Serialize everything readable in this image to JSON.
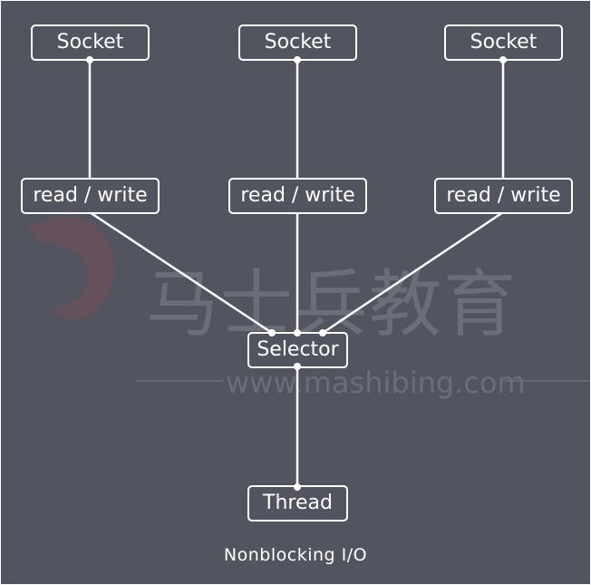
{
  "colors": {
    "background": "#525560",
    "stroke": "#ffffff",
    "text": "#ffffff",
    "watermark": "#6b6e78",
    "watermark_logo": "#8a4a55"
  },
  "sockets": [
    "Socket",
    "Socket",
    "Socket"
  ],
  "io_nodes": [
    "read / write",
    "read / write",
    "read / write"
  ],
  "selector": "Selector",
  "thread": "Thread",
  "caption": "Nonblocking I/O",
  "watermark": {
    "brand": "马士兵教育",
    "url": "www.mashibing.com"
  }
}
